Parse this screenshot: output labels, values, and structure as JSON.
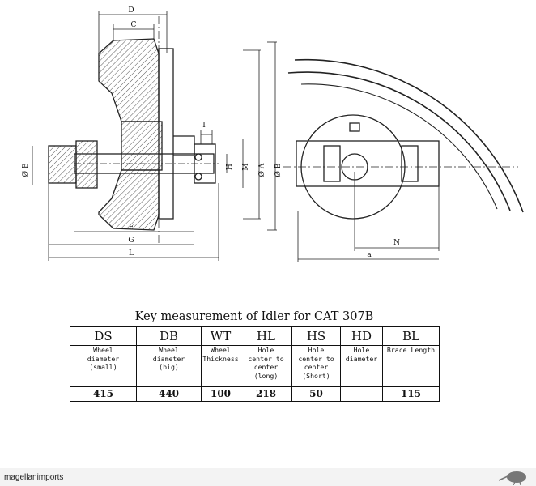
{
  "dimension_labels": {
    "D": "D",
    "C": "C",
    "I": "I",
    "E": "Ø E",
    "H": "H",
    "M": "M",
    "A": "Ø A",
    "B": "Ø B",
    "F": "F",
    "G": "G",
    "L": "L",
    "N": "N",
    "a": "a"
  },
  "table": {
    "title": "Key measurement of Idler for CAT 307B",
    "columns": [
      {
        "code": "DS",
        "desc": [
          "Wheel",
          "diameter",
          "(small)"
        ],
        "value": "415"
      },
      {
        "code": "DB",
        "desc": [
          "Wheel",
          "diameter",
          "(big)"
        ],
        "value": "440"
      },
      {
        "code": "WT",
        "desc": [
          "Wheel",
          "Thickness"
        ],
        "value": "100"
      },
      {
        "code": "HL",
        "desc": [
          "Hole",
          "center to",
          "center",
          "(long)"
        ],
        "value": "218"
      },
      {
        "code": "HS",
        "desc": [
          "Hole",
          "center to",
          "center",
          "(Short)"
        ],
        "value": "50"
      },
      {
        "code": "HD",
        "desc": [
          "Hole",
          "diameter"
        ],
        "value": ""
      },
      {
        "code": "BL",
        "desc": [
          "Brace Length"
        ],
        "value": "115"
      }
    ]
  },
  "footer": {
    "brand": "magellanimports"
  }
}
